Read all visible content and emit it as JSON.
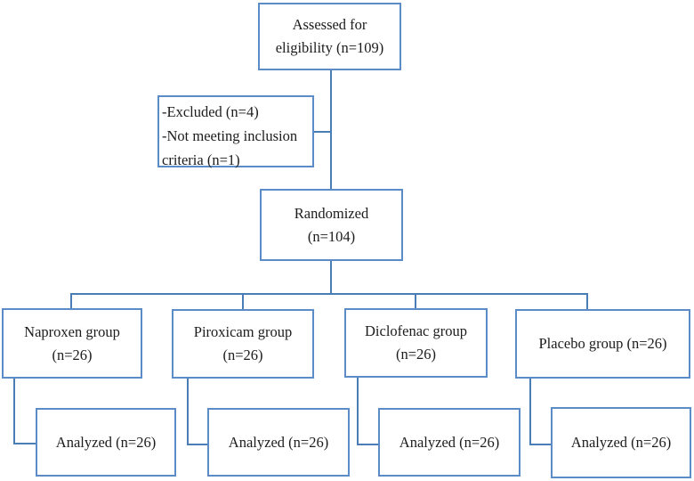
{
  "diagram": {
    "type": "flowchart",
    "colors": {
      "box_border": "#5b8cc8",
      "connector_line": "#4a7cb5",
      "text": "#1c1c1c",
      "background": "#ffffff"
    },
    "boxes": {
      "assessed": {
        "lines": [
          "Assessed for",
          "eligibility (n=109)"
        ]
      },
      "excluded": {
        "lines": [
          "-Excluded (n=4)",
          "-Not meeting inclusion",
          "criteria (n=1)"
        ]
      },
      "randomized": {
        "lines": [
          "Randomized",
          "(n=104)"
        ]
      },
      "naproxen": {
        "lines": [
          "Naproxen group",
          "(n=26)"
        ]
      },
      "piroxicam": {
        "lines": [
          "Piroxicam group",
          "(n=26)"
        ]
      },
      "diclofenac": {
        "lines": [
          "Diclofenac group",
          "(n=26)"
        ]
      },
      "placebo": {
        "lines": [
          "Placebo group (n=26)"
        ]
      },
      "analyzed_naproxen": {
        "lines": [
          "Analyzed (n=26)"
        ]
      },
      "analyzed_piroxicam": {
        "lines": [
          "Analyzed (n=26)"
        ]
      },
      "analyzed_diclofenac": {
        "lines": [
          "Analyzed (n=26)"
        ]
      },
      "analyzed_placebo": {
        "lines": [
          "Analyzed (n=26)"
        ]
      }
    }
  }
}
